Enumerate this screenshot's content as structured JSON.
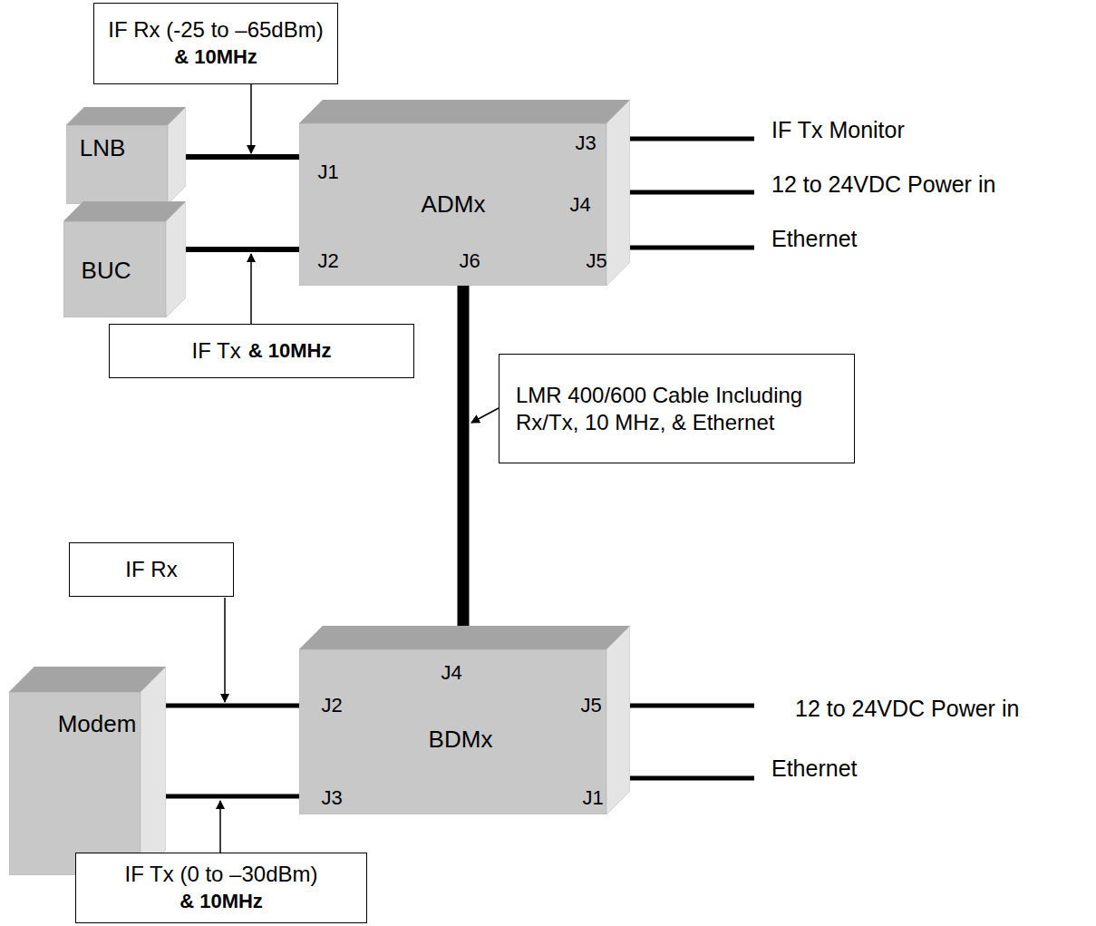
{
  "diagram": {
    "nodes": [
      {
        "text": [
          "IF Rx (-25 to –65dBm)",
          "& 10MHz"
        ]
      },
      {
        "text": [
          "LNB"
        ]
      },
      {
        "text": [
          "ADMx"
        ]
      },
      {
        "text": [
          "BUC"
        ]
      },
      {
        "text": [
          "IF Tx",
          "& 10MHz"
        ]
      },
      {
        "text": [
          "LMR 400/600 Cable Including Rx/Tx, 10 MHz, & Ethernet"
        ]
      },
      {
        "text": [
          "IF Rx"
        ]
      },
      {
        "text": [
          "Modem"
        ]
      },
      {
        "text": [
          "BDMx"
        ]
      },
      {
        "text": [
          "IF Tx (0 to –30dBm)",
          "& 10MHz"
        ]
      }
    ],
    "edges": [
      {
        "from": 1,
        "to": 2,
        "arrow": "none"
      },
      {
        "from": 3,
        "to": 2,
        "arrow": "none"
      },
      {
        "from": 2,
        "to": 8,
        "arrow": "none"
      },
      {
        "from": 7,
        "to": 8,
        "arrow": "none"
      },
      {
        "from": 7,
        "to": 8,
        "arrow": "none"
      }
    ],
    "labels": [
      "IF Tx Monitor",
      "12 to 24VDC Power in",
      "Ethernet",
      "J1",
      "J2",
      "J3",
      "J4",
      "J5",
      "J6",
      "J4",
      "J2",
      "J5",
      "J3",
      "J1",
      "12 to 24VDC Power in",
      "Ethernet"
    ]
  }
}
